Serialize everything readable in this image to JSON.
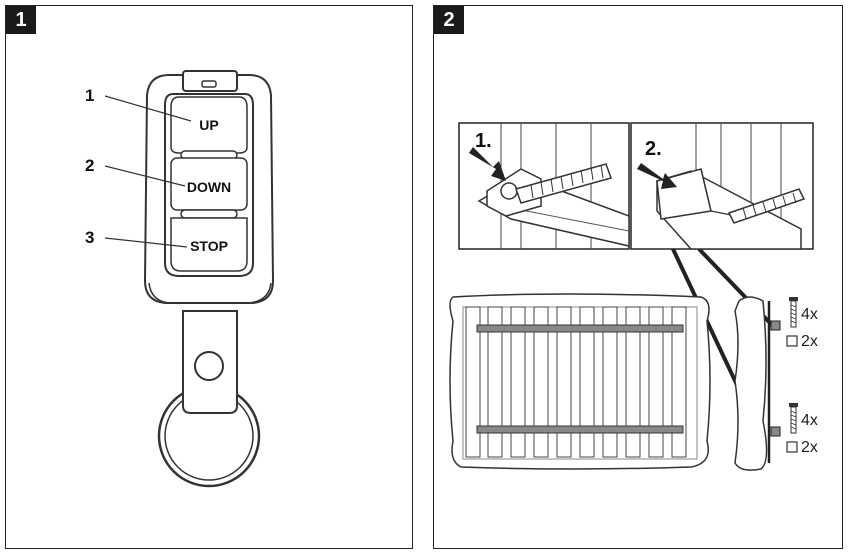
{
  "panel1": {
    "badge": "1",
    "callouts": [
      "1",
      "2",
      "3"
    ],
    "buttons": {
      "up": "UP",
      "down": "DOWN",
      "stop": "STOP"
    }
  },
  "panel2": {
    "badge": "2",
    "steps": [
      "1.",
      "2."
    ],
    "hardware": [
      {
        "screws": "4x",
        "caps": "2x"
      },
      {
        "screws": "4x",
        "caps": "2x"
      }
    ]
  }
}
